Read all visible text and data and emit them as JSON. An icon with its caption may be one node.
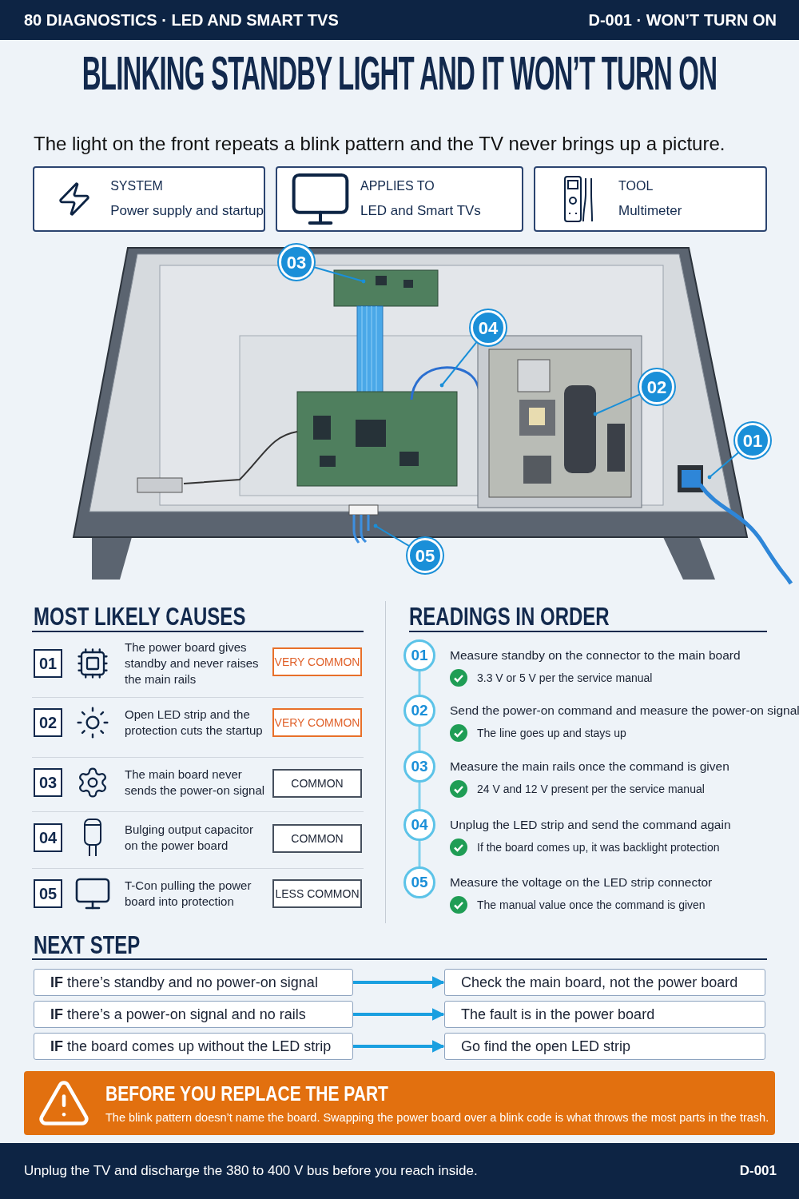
{
  "diagram": {
    "title": "BLINKING STANDBY LIGHT AND IT WON’T TURN ON",
    "nodes": [
      {
        "text": [
          "80 DIAGNOSTICS · LED AND SMART TVS",
          "D-001 · WON’T TURN ON"
        ]
      },
      {
        "text": [
          "SYSTEM",
          "Power supply and startup"
        ]
      },
      {
        "text": [
          "APPLIES TO",
          "LED and Smart TVs"
        ]
      },
      {
        "text": [
          "TOOL",
          "Multimeter"
        ]
      },
      {
        "text": [
          "03"
        ]
      },
      {
        "text": [
          "04"
        ]
      },
      {
        "text": [
          "02"
        ]
      },
      {
        "text": [
          "01"
        ]
      },
      {
        "text": [
          "05"
        ]
      },
      {
        "text": [
          "01"
        ]
      },
      {
        "text": [
          "VERY COMMON"
        ]
      },
      {
        "text": [
          "02"
        ]
      },
      {
        "text": [
          "VERY COMMON"
        ]
      },
      {
        "text": [
          "03"
        ]
      },
      {
        "text": [
          "COMMON"
        ]
      },
      {
        "text": [
          "04"
        ]
      },
      {
        "text": [
          "COMMON"
        ]
      },
      {
        "text": [
          "05"
        ]
      },
      {
        "text": [
          "LESS COMMON"
        ]
      },
      {
        "text": [
          "01"
        ],
        "beside": [
          "Measure standby on the connector to the main board",
          "3.3 V or 5 V per the service manual"
        ]
      },
      {
        "text": [
          "02"
        ],
        "beside": [
          "Send the power-on command and measure the power-on signal",
          "The line goes up and stays up"
        ]
      },
      {
        "text": [
          "03"
        ],
        "beside": [
          "Measure the main rails once the command is given",
          "24 V and 12 V present per the service manual"
        ]
      },
      {
        "text": [
          "04"
        ],
        "beside": [
          "Unplug the LED strip and send the command again",
          "If the board comes up, it was backlight protection"
        ]
      },
      {
        "text": [
          "05"
        ],
        "beside": [
          "Measure the voltage on the LED strip connector",
          "The manual value once the command is given"
        ]
      },
      {
        "text": [
          "**IF** there’s standby and no power-on signal"
        ]
      },
      {
        "text": [
          "Check the main board, not the power board"
        ]
      },
      {
        "text": [
          "**IF** there’s a power-on signal and no rails"
        ]
      },
      {
        "text": [
          "The fault is in the power board"
        ]
      },
      {
        "text": [
          "**IF** the board comes up without the LED strip"
        ]
      },
      {
        "text": [
          "Go find the open LED strip"
        ]
      },
      {
        "text": [
          "BEFORE YOU REPLACE THE PART",
          "The blink pattern doesn’t name the board. Swapping the power board over a blink code is what throws the most parts in the trash."
        ]
      },
      {
        "text": [
          "Unplug the TV and discharge the 380 to 400 V bus before you reach inside.",
          "D-001"
        ]
      }
    ],
    "edges": [
      {
        "from": 4,
        "to": null,
        "arrow": "other",
        "color": "#1a8fd8"
      },
      {
        "from": 5,
        "to": null,
        "arrow": "other",
        "color": "#1a8fd8"
      },
      {
        "from": 6,
        "to": null,
        "arrow": "other",
        "color": "#1a8fd8"
      },
      {
        "from": 7,
        "to": null,
        "arrow": "other",
        "color": "#1a8fd8"
      },
      {
        "from": 8,
        "to": null,
        "arrow": "other",
        "color": "#1a8fd8"
      },
      {
        "from": 19,
        "to": 20,
        "arrow": "none",
        "color": "#7fd0ee"
      },
      {
        "from": 20,
        "to": 21,
        "arrow": "none",
        "color": "#7fd0ee"
      },
      {
        "from": 21,
        "to": 22,
        "arrow": "none",
        "color": "#7fd0ee"
      },
      {
        "from": 22,
        "to": 23,
        "arrow": "none",
        "color": "#7fd0ee"
      },
      {
        "from": 24,
        "to": 25,
        "arrow": "to",
        "color": "#1a9fe0"
      },
      {
        "from": 26,
        "to": 27,
        "arrow": "to",
        "color": "#1a9fe0"
      },
      {
        "from": 28,
        "to": 29,
        "arrow": "to",
        "color": "#1a9fe0"
      }
    ],
    "labels": [
      "The light on the front repeats a blink pattern and the TV never brings up a picture.",
      "MOST LIKELY CAUSES",
      "The power board gives standby and never raises the main rails",
      "Open LED strip and the protection cuts the startup",
      "The main board never sends the power-on signal",
      "Bulging output capacitor on the power board",
      "T-Con pulling the power board into protection",
      "READINGS IN ORDER",
      "NEXT STEP"
    ]
  }
}
